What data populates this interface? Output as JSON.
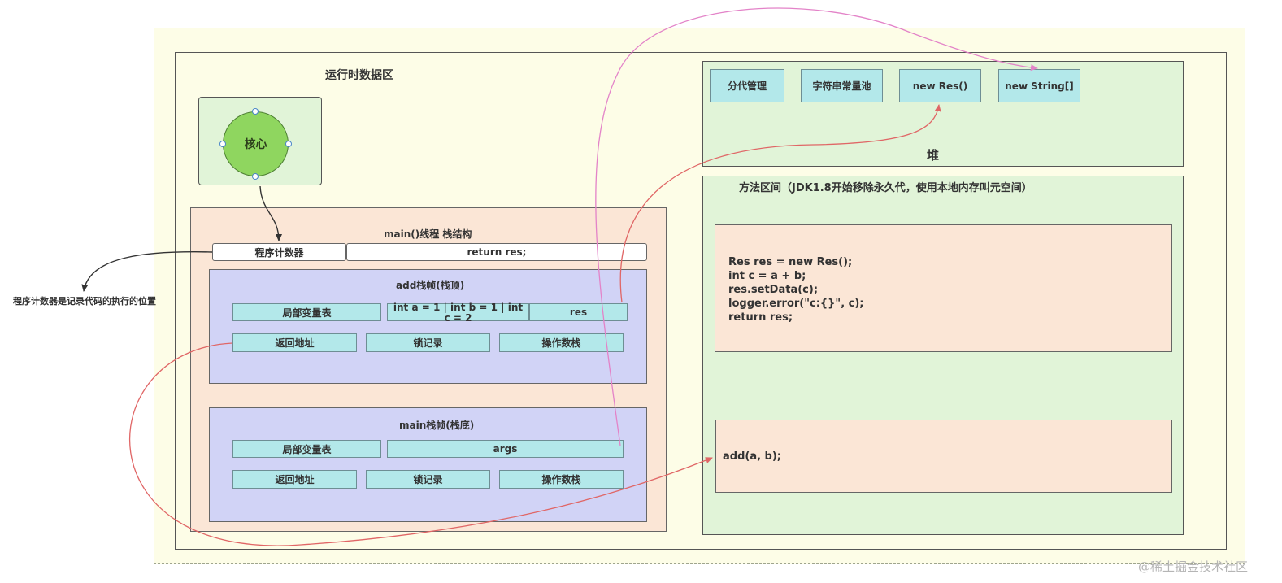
{
  "runtime_area": {
    "title": "运行时数据区"
  },
  "core": {
    "label": "核心"
  },
  "pc_note": "程序计数器是记录代码的执行的位置",
  "thread": {
    "title": "main()线程 栈结构",
    "pc_label": "程序计数器",
    "return_label": "return res;",
    "add_frame": {
      "title": "add栈帧(栈顶)",
      "local_vars": "局部变量表",
      "vars_value": "int a = 1 | int b = 1 | int c = 2",
      "res": "res",
      "return_addr": "返回地址",
      "lock_record": "锁记录",
      "operand_stack": "操作数栈"
    },
    "main_frame": {
      "title": "main栈帧(栈底)",
      "local_vars": "局部变量表",
      "args": "args",
      "return_addr": "返回地址",
      "lock_record": "锁记录",
      "operand_stack": "操作数栈"
    }
  },
  "heap": {
    "title": "堆",
    "items": [
      "分代管理",
      "字符串常量池",
      "new Res()",
      "new String[]"
    ]
  },
  "method_area": {
    "title": "方法区间（JDK1.8开始移除永久代，使用本地内存叫元空间）",
    "code_lines": [
      "Res res = new Res();",
      "int c = a + b;",
      "res.setData(c);",
      "logger.error(\"c:{}\", c);",
      "return res;"
    ],
    "call": "add(a, b);"
  },
  "watermark": "@稀土掘金技术社区",
  "colors": {
    "outer_bg": "#fdfde7",
    "green": "#e1f4d8",
    "peach": "#fbe6d6",
    "lavender": "#d1d3f6",
    "cyan": "#b3e8ea",
    "core_green": "#8fd65f",
    "arrow_red": "#e06666",
    "arrow_pink": "#e383c8"
  }
}
